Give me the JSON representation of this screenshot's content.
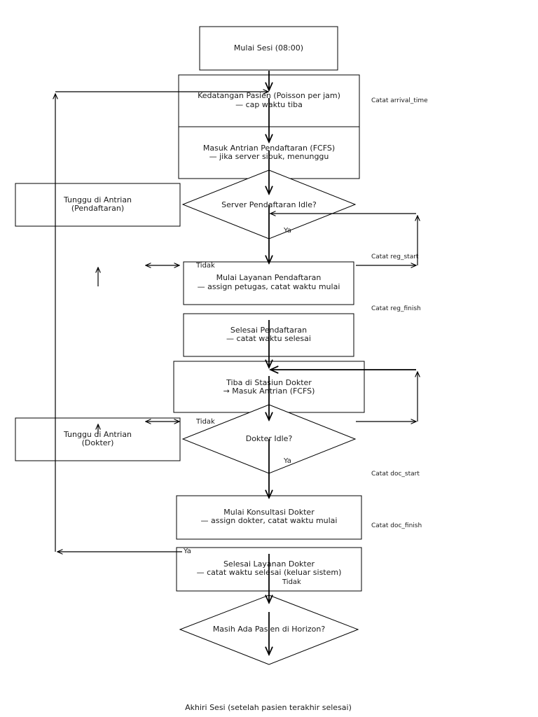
{
  "nodes": {
    "start": "Mulai Sesi (08:00)",
    "arrival": [
      "Kedatangan Pasien (Poisson per jam)",
      "— cap waktu tiba"
    ],
    "reg_queue": [
      "Masuk Antrian Pendaftaran (FCFS)",
      "— jika server sibuk, menunggu"
    ],
    "reg_idle": "Server Pendaftaran Idle?",
    "reg_wait": [
      "Tunggu di Antrian",
      "(Pendaftaran)"
    ],
    "reg_start": [
      "Mulai Layanan Pendaftaran",
      "— assign petugas, catat waktu mulai"
    ],
    "reg_finish": [
      "Selesai Pendaftaran",
      "— catat waktu selesai"
    ],
    "doc_arrive": [
      "Tiba di Stasiun Dokter",
      "→ Masuk Antrian (FCFS)"
    ],
    "doc_idle": "Dokter Idle?",
    "doc_wait": [
      "Tunggu di Antrian",
      "(Dokter)"
    ],
    "doc_start": [
      "Mulai Konsultasi Dokter",
      "— assign dokter, catat waktu mulai"
    ],
    "doc_finish": [
      "Selesai Layanan Dokter",
      "— catat waktu selesai (keluar sistem)"
    ],
    "horizon": "Masih Ada Pasien di Horizon?",
    "end": "Akhiri Sesi (setelah pasien terakhir selesai)"
  },
  "notes": {
    "arrival_time": "Catat arrival_time",
    "reg_start": "Catat reg_start",
    "reg_finish": "Catat reg_finish",
    "doc_start": "Catat doc_start",
    "doc_finish": "Catat doc_finish"
  },
  "edge_labels": {
    "reg_yes": "Ya",
    "reg_no": "Tidak",
    "doc_yes": "Ya",
    "doc_no": "Tidak",
    "horizon_yes": "Ya",
    "horizon_no": "Tidak"
  }
}
